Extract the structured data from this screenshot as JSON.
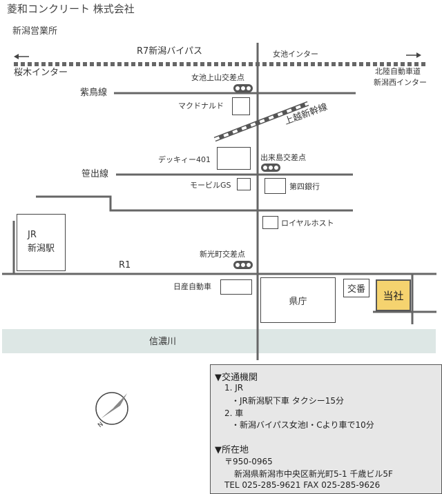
{
  "header": {
    "company": "菱和コンクリート 株式会社",
    "office": "新潟営業所"
  },
  "roads": {
    "bypass": "R7新潟バイパス",
    "shichiku": "紫鳥線",
    "sasade": "笹出線",
    "r1": "R1",
    "joetsu": "上越新幹線"
  },
  "interchanges": {
    "sakuragi": "桜木インター",
    "onnaike": "女池インター",
    "hokuriku_line1": "北陸自動車道",
    "hokuriku_line2": "新潟西インター"
  },
  "intersections": {
    "onnaike_kamiyama": "女池上山交差点",
    "dekijima": "出来島交差点",
    "shinkocho": "新光町交差点"
  },
  "landmarks": {
    "mcdonalds": "マクドナルド",
    "dekky": "デッキィー401",
    "mobil": "モービルGS",
    "daishi": "第四銀行",
    "royal": "ロイヤルホスト",
    "nissan": "日産自動車",
    "station_line1": "JR",
    "station_line2": "新潟駅",
    "kencho": "県庁",
    "koban": "交番",
    "company": "当社",
    "river": "信濃川"
  },
  "compass": {
    "label": "N"
  },
  "info": {
    "access_heading": "▼交通機関",
    "jr_label": "1. JR",
    "jr_detail": "・JR新潟駅下車 タクシー15分",
    "car_label": "2. 車",
    "car_detail": "・新潟バイパス女池I・Cより車で10分",
    "address_heading": "▼所在地",
    "postal": "〒950-0965",
    "address": "新潟県新潟市中央区新光町5-1 千歳ビル5F",
    "contact": "TEL 025-285-9621 FAX 025-285-9626"
  }
}
